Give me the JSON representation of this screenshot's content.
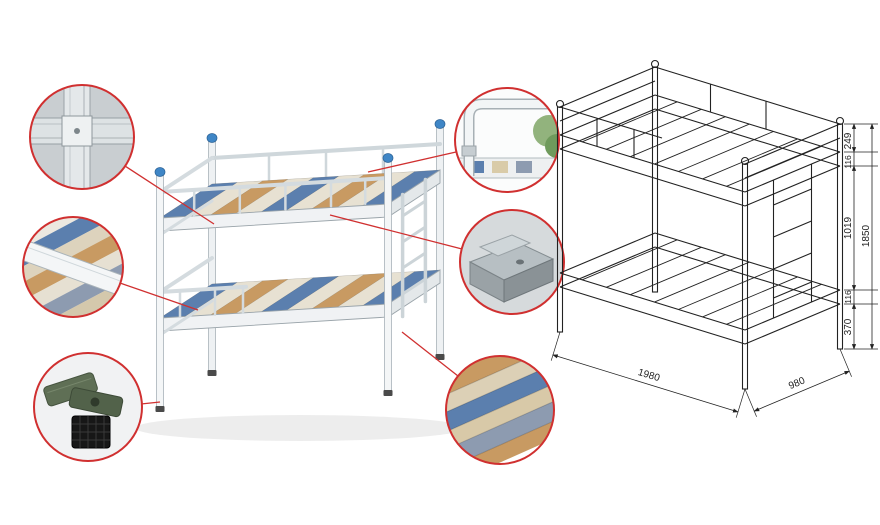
{
  "scene": {
    "description": "Metal bunk bed product illustration with six detail callout circles and an isometric dimension drawing"
  },
  "colors": {
    "callout_ring": "#d03030",
    "cap_blue": "#3f86c6",
    "strap_blue": "#5b7fae",
    "slat_tan": "#c89a62",
    "drawing_line": "#222222"
  },
  "callouts": [
    {
      "name": "frame-joint-detail"
    },
    {
      "name": "end-rail-slat-detail"
    },
    {
      "name": "plastic-foot-connector-detail"
    },
    {
      "name": "guardrail-tube-detail"
    },
    {
      "name": "frame-bracket-detail"
    },
    {
      "name": "wooden-slat-strap-detail"
    }
  ],
  "technical_drawing": {
    "vertical_dims": [
      "249",
      "116",
      "1019",
      "116",
      "370"
    ],
    "total_height": "1850",
    "length": "1980",
    "width": "980"
  }
}
